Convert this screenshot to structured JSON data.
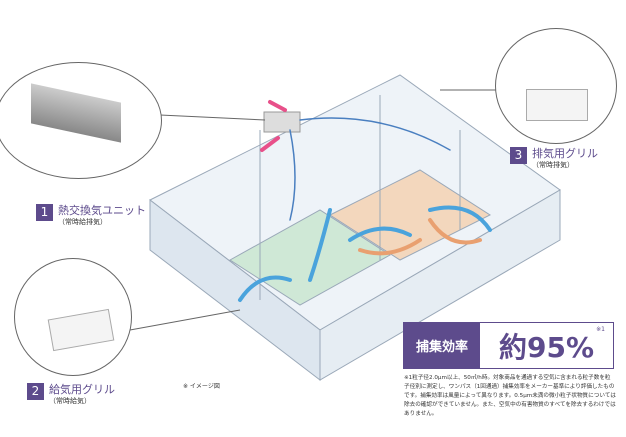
{
  "items": [
    {
      "num": "1",
      "title": "熱交換気ユニット",
      "sub": "（常時給排気）"
    },
    {
      "num": "2",
      "title": "給気用グリル",
      "sub": "（常時給気）"
    },
    {
      "num": "3",
      "title": "排気用グリル",
      "sub": "（常時排気）"
    }
  ],
  "efficiency": {
    "label": "捕集効率",
    "value": "約95%",
    "mark": "※1"
  },
  "note": "※1粒子径2.0μm以上、50㎥/h時。対象商品を通過する空気に含まれる粒子数を粒子径別に測定し、ワンパス（1回通過）捕集効率をメーカー基準により評価したものです。捕集効率は風量によって異なります。0.5μm未満の微小粒子状物質については除去の確認ができていません。また、空気中の有害物質のすべてを除去するわけではありません。",
  "caption": "※ イメージ図",
  "colors": {
    "accent": "#5d4b8c",
    "airflow_blue": "#4aa3dc",
    "airflow_orange": "#e9a070",
    "supply_pink": "#e8508a"
  }
}
